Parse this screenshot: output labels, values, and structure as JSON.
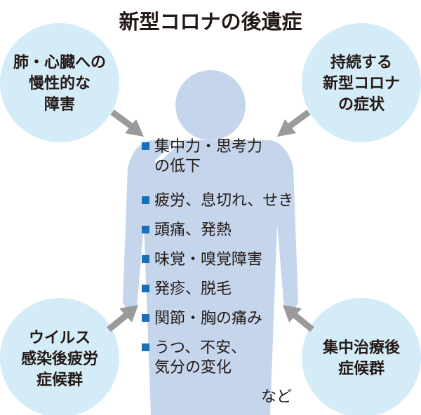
{
  "title": "新型コロナの後遺症",
  "corners": {
    "top_left": [
      "肺・心臓への",
      "慢性的な",
      "障害"
    ],
    "top_right": [
      "持続する",
      "新型コロナ",
      "の症状"
    ],
    "bottom_left": [
      "ウイルス",
      "感染後疲労",
      "症候群"
    ],
    "bottom_right": [
      "集中治療後",
      "症候群"
    ]
  },
  "symptoms": [
    {
      "l1": "集中力・思考力",
      "l2": "の低下"
    },
    {
      "l1": "疲労、息切れ、せき"
    },
    {
      "l1": "頭痛、発熱"
    },
    {
      "l1": "味覚・嗅覚障害"
    },
    {
      "l1": "発疹、脱毛"
    },
    {
      "l1": "関節・胸の痛み"
    },
    {
      "l1": "うつ、不安、",
      "l2": "気分の変化"
    }
  ],
  "etc": "など",
  "colors": {
    "body": "#c5d6ec",
    "circle": "#d4ecf8",
    "bullet": "#1a6fb8",
    "arrow": "#9a9a9a"
  }
}
